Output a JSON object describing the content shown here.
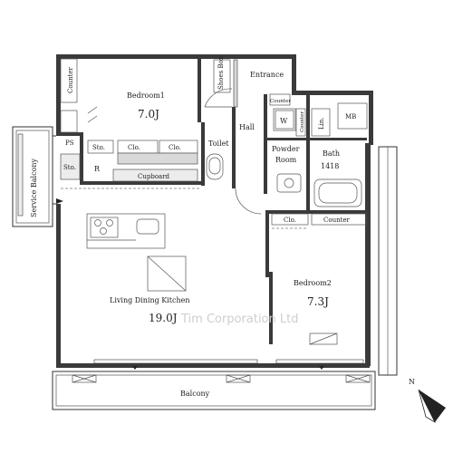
{
  "rooms": {
    "bedroom1": {
      "name": "Bedroom1",
      "size": "7.0J"
    },
    "bedroom2": {
      "name": "Bedroom2",
      "size": "7.3J"
    },
    "ldk": {
      "name": "Living Dining Kitchen",
      "size": "19.0J"
    },
    "entrance": "Entrance",
    "hall": "Hall",
    "toilet": "Toilet",
    "powder_room": "Powder\nRoom",
    "bath": {
      "name": "Bath",
      "size": "1418"
    },
    "balcony": "Balcony",
    "service_balcony": "Service Balcony"
  },
  "fixtures": {
    "counter": "Counter",
    "shoes_box": "Shoes\nBox",
    "ps": "PS",
    "sto": "Sto.",
    "clo": "Clo.",
    "r": "R",
    "cupboard": "Cupboard",
    "w": "W",
    "lin": "Lin.",
    "mb": "MB"
  },
  "watermark": "Tim Corporation Ltd",
  "compass": {
    "letter": "N"
  },
  "colors": {
    "wall": "#3a3a3a",
    "fixture_gray": "#d9d9d9",
    "text": "#222222"
  }
}
